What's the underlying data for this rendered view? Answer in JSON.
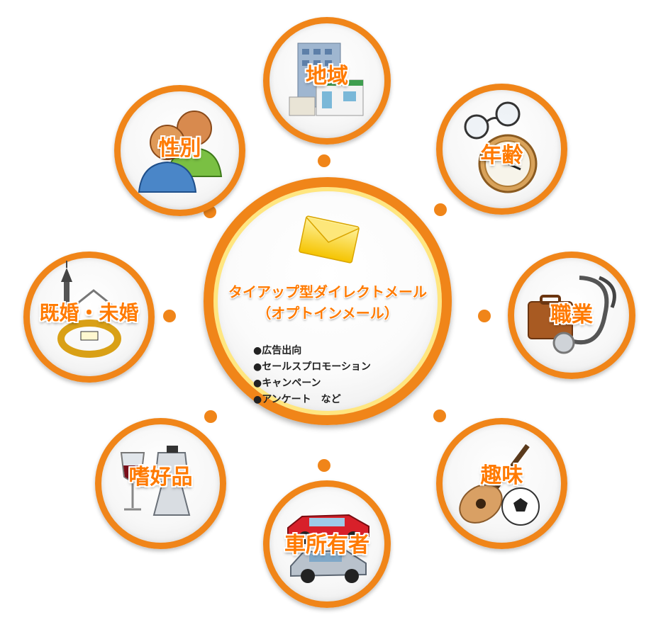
{
  "center": {
    "title_line1": "タイアップ型ダイレクトメール",
    "title_line2": "（オプトインメール）",
    "items": [
      "●広告出向",
      "●セールスプロモーション",
      "●キャンペーン",
      "●アンケート　など"
    ],
    "icon": "envelope-icon"
  },
  "nodes": [
    {
      "label": "地域",
      "icon": "building-icon"
    },
    {
      "label": "年齢",
      "icon": "glasses-clock-icon"
    },
    {
      "label": "職業",
      "icon": "briefcase-stethoscope-icon"
    },
    {
      "label": "趣味",
      "icon": "guitar-soccer-ball-icon"
    },
    {
      "label": "車所有者",
      "icon": "cars-icon"
    },
    {
      "label": "嗜好品",
      "icon": "wine-coffee-icon"
    },
    {
      "label": "既婚・未婚",
      "icon": "ring-church-icon"
    },
    {
      "label": "性別",
      "icon": "people-icon"
    }
  ],
  "colors": {
    "accent": "#f08519",
    "label": "#ff7a00",
    "ring_inner": "#ffe680"
  }
}
